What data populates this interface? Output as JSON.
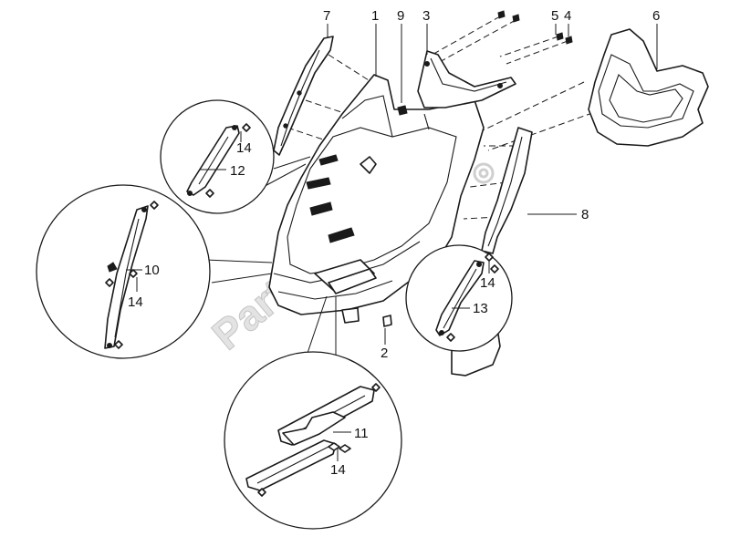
{
  "watermark": {
    "text": "PartsRepublik"
  },
  "labels": {
    "l1": "1",
    "l2": "2",
    "l3": "3",
    "l4": "4",
    "l5": "5",
    "l6": "6",
    "l7": "7",
    "l8": "8",
    "l9": "9",
    "l10": "10",
    "l11": "11",
    "l12": "12",
    "l13": "13",
    "l14a": "14",
    "l14b": "14",
    "l14c": "14",
    "l14d": "14"
  }
}
